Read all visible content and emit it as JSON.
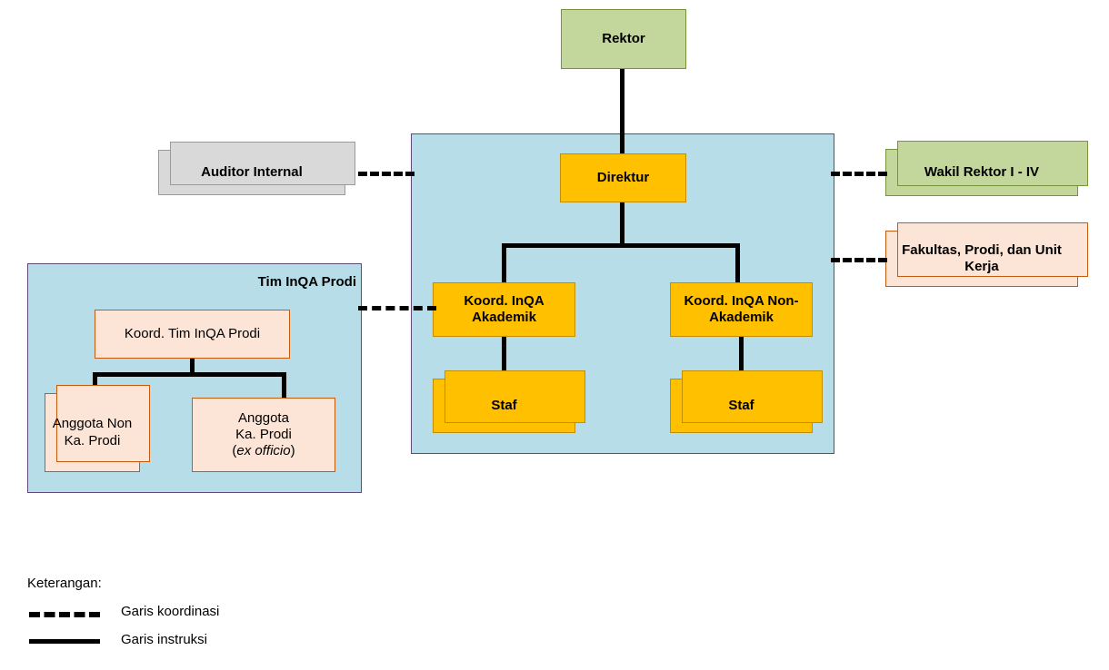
{
  "diagram": {
    "title_hidden": "",
    "colors": {
      "green_fill": "#c3d69b",
      "green_border": "#77933c",
      "orange_fill": "#ffc000",
      "orange_border": "#bf8f00",
      "grey_fill": "#d9d9d9",
      "grey_border": "#9a9a9a",
      "peach_fill": "#fce4d6",
      "peach_border": "#c55a11",
      "panel_fill": "#b7dee8",
      "panel_border": "#5f497a",
      "line": "#000000"
    },
    "nodes": {
      "rektor": "Rektor",
      "direktur": "Direktur",
      "auditor_internal": "Auditor Internal",
      "wakil_rektor": "Wakil Rektor I - IV",
      "fakultas_prodi": "Fakultas, Prodi, dan Unit Kerja",
      "koord_akademik": "Koord. InQA Akademik",
      "koord_non_akademik": "Koord. InQA Non-Akademik",
      "staf_akademik": "Staf",
      "staf_non_akademik": "Staf",
      "koord_tim_prodi": "Koord. Tim InQA Prodi",
      "anggota_non_ka_prodi": "Anggota Non Ka. Prodi",
      "anggota_ka_prodi_line1": "Anggota",
      "anggota_ka_prodi_line2": "Ka. Prodi",
      "anggota_ka_prodi_line3_em": "ex officio",
      "anggota_ka_prodi_line3_open": "(",
      "anggota_ka_prodi_line3_close": ")"
    },
    "panels": {
      "tim_inqa_prodi_title": "Tim InQA Prodi"
    },
    "legend": {
      "heading": "Keterangan:",
      "coordination": "Garis koordinasi",
      "instruction": "Garis instruksi"
    }
  }
}
